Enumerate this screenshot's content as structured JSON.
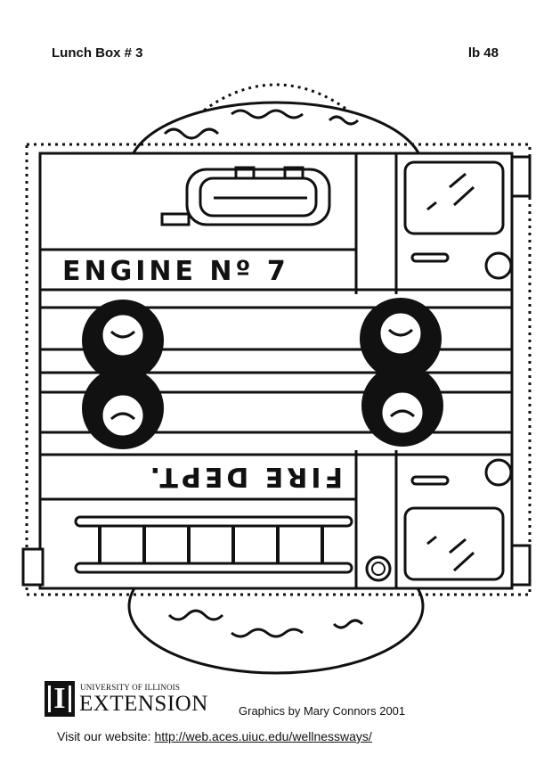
{
  "header": {
    "title": "Lunch Box # 3",
    "code": "lb 48"
  },
  "artwork": {
    "engine_label": "ENGINE Nº 7",
    "dept_label": "FIRE DEPT."
  },
  "footer": {
    "logo_university": "UNIVERSITY OF ILLINOIS",
    "logo_extension": "EXTENSION",
    "credit": "Graphics by Mary Connors 2001",
    "visit_label": "Visit our website:",
    "website_url": "http://web.aces.uiuc.edu/wellnessways/"
  }
}
